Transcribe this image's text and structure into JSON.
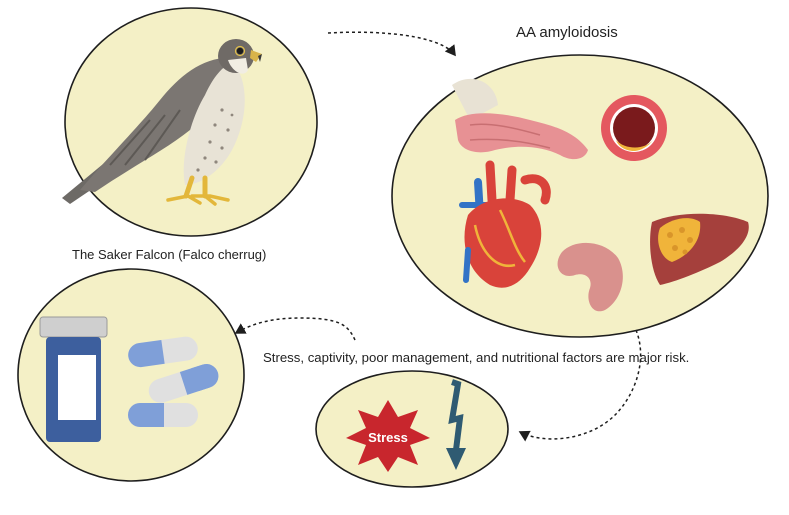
{
  "labels": {
    "falcon": "The Saker Falcon (Falco cherrug)",
    "disease": "AA amyloidosis",
    "risk": "Stress, captivity, poor management, and nutritional factors are major risk.",
    "stress": "Stress"
  },
  "colors": {
    "circle_fill": "#f4f0c6",
    "circle_stroke": "#1e1e1e",
    "stress_burst": "#c8262d",
    "arrow_blue": "#2f5b72",
    "liver": "#a5403c",
    "fat": "#f0b43a",
    "kidney": "#d9918d",
    "heart": "#d9433a",
    "vessel_blue": "#3273c6",
    "pill_blue": "#7f9fd8",
    "bottle_blue": "#3d5f9e"
  },
  "icons": [
    "falcon-icon",
    "intestine-icon",
    "artery-icon",
    "heart-icon",
    "kidney-icon",
    "liver-icon",
    "pill-bottle-icon",
    "capsule-icon",
    "stress-burst-icon",
    "down-arrow-icon"
  ]
}
